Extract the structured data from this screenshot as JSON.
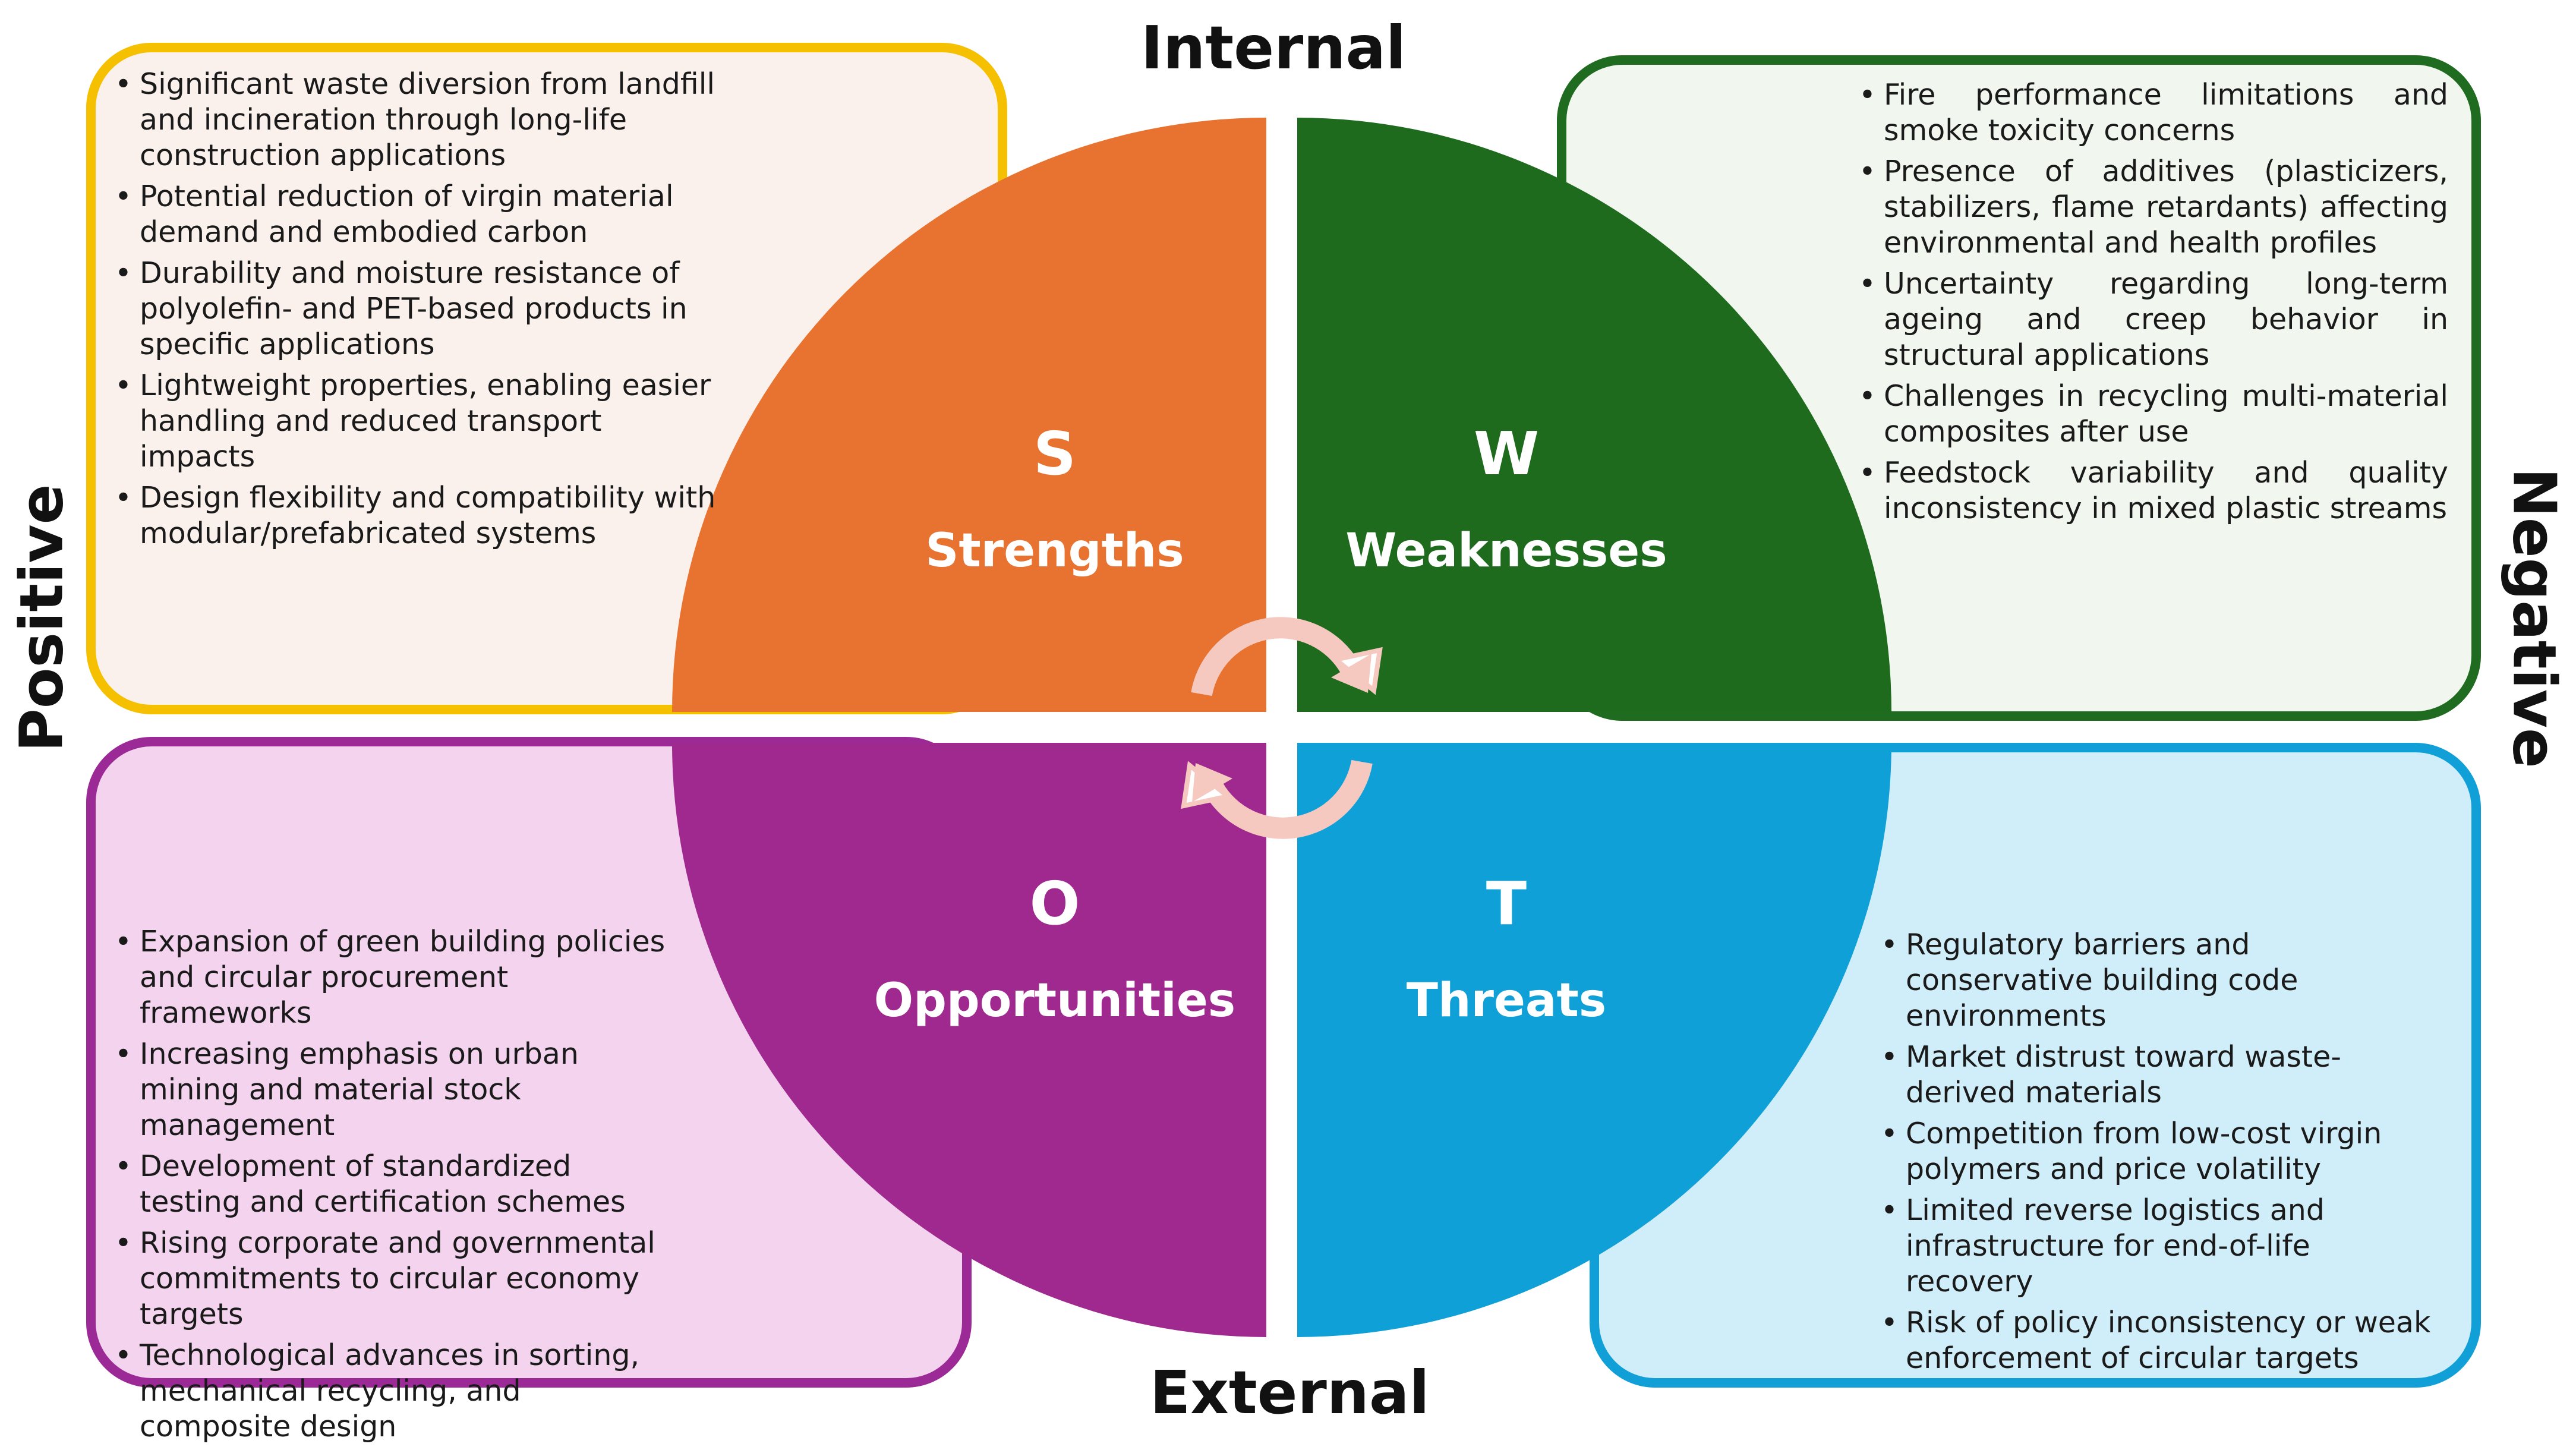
{
  "axes": {
    "top": "Internal",
    "bottom": "External",
    "left": "Positive",
    "right": "Negative"
  },
  "colors": {
    "strengths": "#e8722f",
    "weaknesses": "#1e6b1e",
    "opportunities": "#a0298f",
    "threats": "#10a0d8",
    "arrows": "#f6c9c0"
  },
  "quadrants": {
    "strengths": {
      "letter": "S",
      "label": "Strengths",
      "items": [
        "Significant waste diversion from landfill and incineration through long-life construction applications",
        "Potential reduction of virgin material demand and embodied carbon",
        "Durability and moisture resistance of polyolefin- and PET-based products in specific applications",
        "Lightweight properties, enabling easier handling and reduced transport impacts",
        "Design flexibility and compatibility with modular/prefabricated systems"
      ]
    },
    "weaknesses": {
      "letter": "W",
      "label": "Weaknesses",
      "items": [
        "Fire performance limitations and smoke toxicity concerns",
        "Presence of additives (plasticizers, stabilizers, flame retardants) affecting environmental and health profiles",
        "Uncertainty regarding long-term ageing and creep behavior in structural applications",
        "Challenges in recycling multi-material composites after use",
        "Feedstock variability and quality inconsistency in mixed plastic streams"
      ]
    },
    "opportunities": {
      "letter": "O",
      "label": "Opportunities",
      "items": [
        "Expansion of green building policies and circular procurement frameworks",
        "Increasing emphasis on urban mining and material stock management",
        "Development of standardized testing and certification schemes",
        "Rising corporate and governmental commitments to circular economy targets",
        "Technological advances in sorting, mechanical recycling, and composite design"
      ]
    },
    "threats": {
      "letter": "T",
      "label": "Threats",
      "items": [
        "Regulatory barriers and conservative building code environments",
        "Market distrust toward waste-derived materials",
        "Competition from low-cost virgin polymers and price volatility",
        "Limited reverse logistics and infrastructure for end-of-life recovery",
        "Risk of policy inconsistency or weak enforcement of circular targets"
      ]
    }
  }
}
